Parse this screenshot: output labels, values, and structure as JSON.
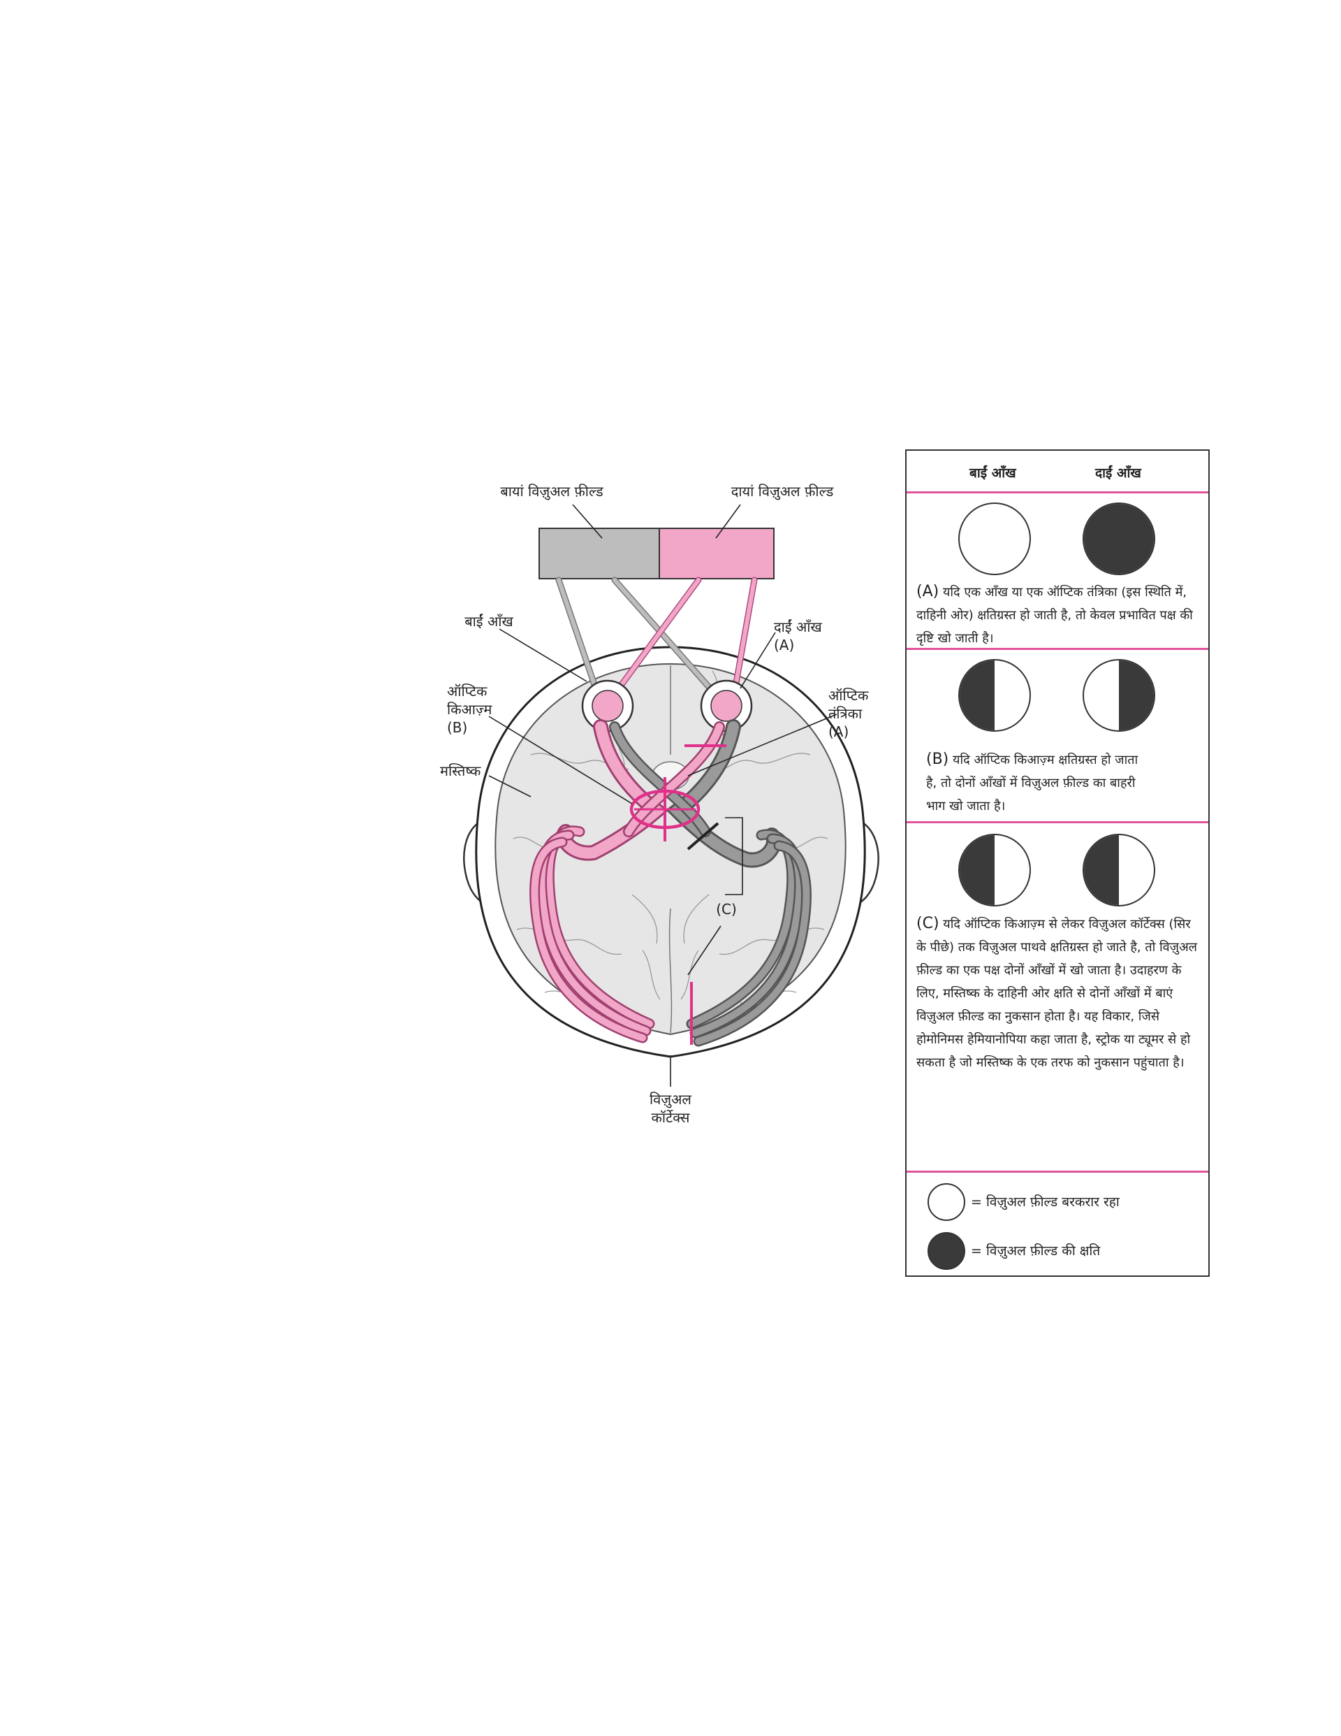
{
  "labels": {
    "left_field": "बायां विज़ुअल फ़ील्ड",
    "right_field": "दायां विज़ुअल फ़ील्ड",
    "left_eye": "बाईं आँख",
    "right_eye": "दाईं आँख",
    "right_eye_tag": "(A)",
    "chiasm_l1": "ऑप्टिक",
    "chiasm_l2": "किआज़्म",
    "chiasm_tag": "(B)",
    "nerve_l1": "ऑप्टिक",
    "nerve_l2": "तंत्रिका",
    "nerve_tag": "(A)",
    "brain": "मस्तिष्क",
    "pathway_tag": "(C)",
    "cortex_l1": "विज़ुअल",
    "cortex_l2": "कॉर्टेक्स"
  },
  "panel": {
    "col_left": "बाईं आँख",
    "col_right": "दाईं आँख",
    "a_tag": "(A)",
    "a_text": "यदि एक आँख या एक ऑप्टिक तंत्रिका (इस स्थिति में, दाहिनी ओर) क्षतिग्रस्त हो जाती है, तो केवल प्रभावित पक्ष की दृष्टि खो जाती है।",
    "b_tag": "(B)",
    "b_text": "यदि ऑप्टिक किआज़्म क्षतिग्रस्त हो जाता है, तो दोनों आँखों में विज़ुअल फ़ील्ड का बाहरी भाग खो जाता है।",
    "c_tag": "(C)",
    "c_text": "यदि ऑप्टिक किआज़्म से लेकर विज़ुअल कॉर्टेक्स (सिर के पीछे) तक विज़ुअल पाथवे क्षतिग्रस्त हो जाते है, तो विज़ुअल फ़ील्ड का एक पक्ष दोनों आँखों में खो जाता है। उदाहरण के लिए, मस्तिष्क के दाहिनी ओर क्षति से दोनों आँखों में बाएं विज़ुअल फ़ील्ड का नुकसान होता है। यह विकार, जिसे होमोनिमस हेमियानोपिया कहा जाता है, स्ट्रोक या ट्यूमर से हो सकता है जो मस्तिष्क के एक तरफ को नुकसान पहुंचाता है।",
    "legend_intact": "= विज़ुअल फ़ील्ड बरकरार रहा",
    "legend_loss": "= विज़ुअल फ़ील्ड की क्षति"
  },
  "colors": {
    "pink": "#f2a7c8",
    "magenta": "#e0318a",
    "gray": "#bdbdbd",
    "dark": "#3a3a3a",
    "brain": "#e6e6e6"
  }
}
